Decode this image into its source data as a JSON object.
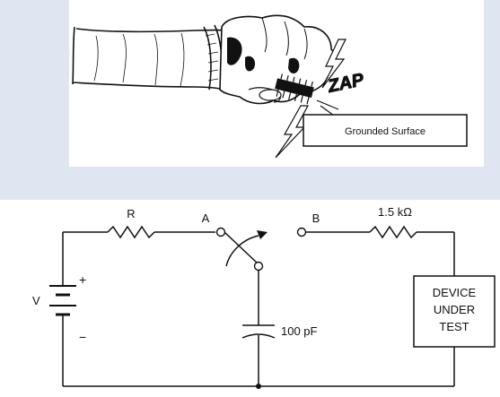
{
  "illustration": {
    "grounded_surface_label": "Grounded Surface",
    "zap_text": "ZAP"
  },
  "circuit": {
    "resistor_r_label": "R",
    "node_a_label": "A",
    "node_b_label": "B",
    "resistor_2_label": "1.5 kΩ",
    "capacitor_label": "100 pF",
    "battery_label": "V",
    "battery_plus": "+",
    "battery_minus": "−",
    "device_label": [
      "DEVICE",
      "UNDER",
      "TEST"
    ]
  },
  "colors": {
    "background": "#dfe6f2",
    "panel": "#ffffff",
    "ink": "#111111"
  }
}
